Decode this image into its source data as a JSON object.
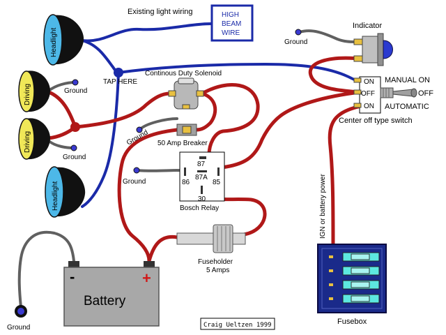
{
  "labels": {
    "existing_wiring": "Existing light wiring",
    "high_beam_1": "HIGH",
    "high_beam_2": "BEAM",
    "high_beam_3": "WIRE",
    "tap_here": "TAP HERE",
    "headlight": "Headlight",
    "driving": "Driving",
    "ground": "Ground",
    "solenoid": "Continous Duty Solenoid",
    "breaker": "50 Amp Breaker",
    "relay": "Bosch Relay",
    "pin_87": "87",
    "pin_87a": "87A",
    "pin_86": "86",
    "pin_85": "85",
    "pin_30": "30",
    "fuseholder_1": "Fuseholder",
    "fuseholder_2": "5 Amps",
    "battery": "Battery",
    "battery_minus": "-",
    "battery_plus": "+",
    "indicator": "Indicator",
    "sw_on_top": "ON",
    "sw_off": "OFF",
    "sw_on_bottom": "ON",
    "manual_on": "MANUAL ON",
    "off_label": "OFF",
    "automatic": "AUTOMATIC",
    "center_off": "Center off type switch",
    "ign_power": "IGN or battery power",
    "fusebox": "Fusebox",
    "credit": "Craig Ueltzen 1999"
  },
  "colors": {
    "red_wire": "#b01818",
    "blue_wire": "#1a2aa8",
    "gray_wire": "#606060",
    "headlight_lens": "#4db8e8",
    "driving_lens": "#f0e858",
    "battery_body": "#a8a8a8",
    "fusebox_bg": "#1a2a8a",
    "fuse_glow": "#5de8e0",
    "indicator_dome": "#2a3ad0"
  }
}
